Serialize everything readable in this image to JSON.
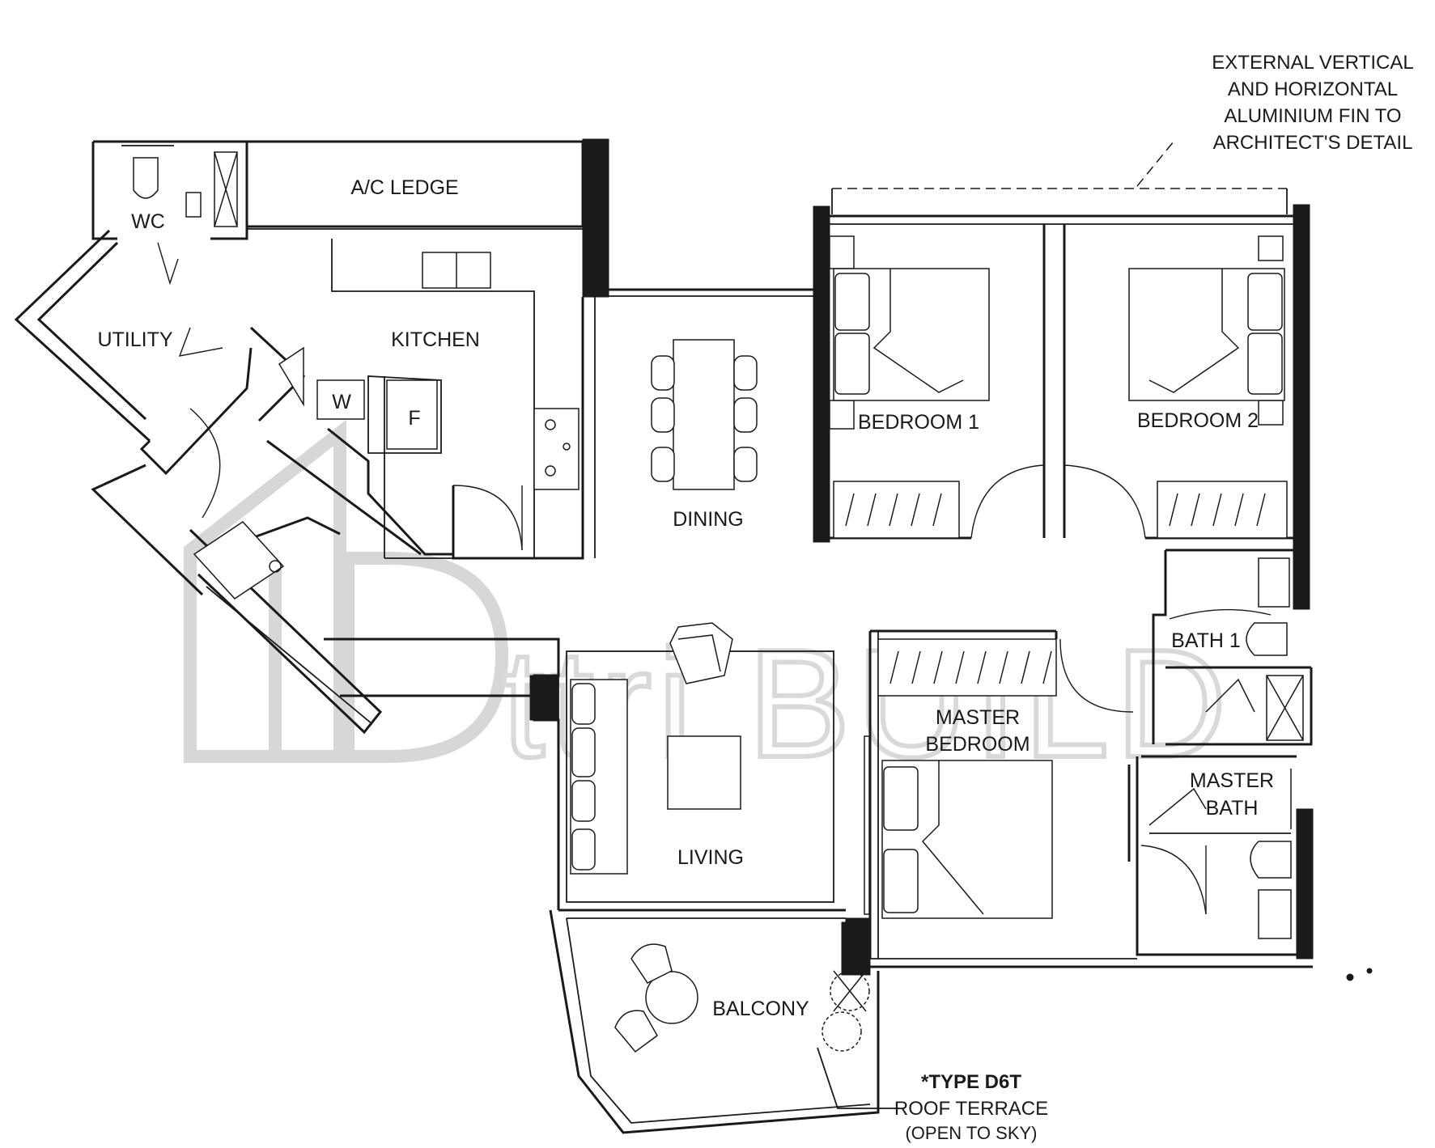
{
  "rooms": {
    "ac_ledge": "A/C LEDGE",
    "wc": "WC",
    "utility": "UTILITY",
    "kitchen": "KITCHEN",
    "washer": "W",
    "fridge": "F",
    "dining": "DINING",
    "bedroom1": "BEDROOM 1",
    "bedroom2": "BEDROOM 2",
    "bath1": "BATH 1",
    "master_bedroom_line1": "MASTER",
    "master_bedroom_line2": "BEDROOM",
    "master_bath_line1": "MASTER",
    "master_bath_line2": "BATH",
    "living": "LIVING",
    "balcony": "BALCONY"
  },
  "notes": {
    "fin_line1": "EXTERNAL VERTICAL",
    "fin_line2": "AND HORIZONTAL",
    "fin_line3": "ALUMINIUM FIN TO",
    "fin_line4": "ARCHITECT'S DETAIL",
    "type": "*TYPE D6T",
    "roof_terrace": "ROOF TERRACE",
    "open_to_sky": "(OPEN TO SKY)"
  },
  "watermark": {
    "text": "ttri.BUILD"
  }
}
